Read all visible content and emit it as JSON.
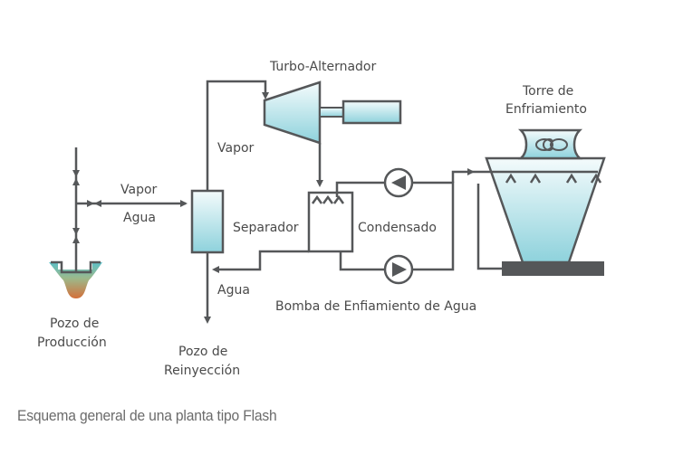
{
  "diagram": {
    "labels": {
      "turbo": "Turbo-Alternador",
      "torre_1": "Torre de",
      "torre_2": "Enfriamiento",
      "vapor_left": "Vapor",
      "agua_left": "Agua",
      "vapor_mid": "Vapor",
      "separador": "Separador",
      "condensado": "Condensado",
      "agua_bottom": "Agua",
      "bomba": "Bomba de Enfiamiento de Agua",
      "pozo_prod_1": "Pozo de",
      "pozo_prod_2": "Producción",
      "pozo_rein_1": "Pozo de",
      "pozo_rein_2": "Reinyección"
    },
    "caption": "Esquema general de una planta tipo Flash",
    "colors": {
      "line": "#555759",
      "fill_top": "#f2fafb",
      "fill_bottom": "#8fd3dd",
      "text": "#4a4a4a",
      "well_top": "#6cc3c9",
      "well_bottom": "#d4743a"
    }
  }
}
